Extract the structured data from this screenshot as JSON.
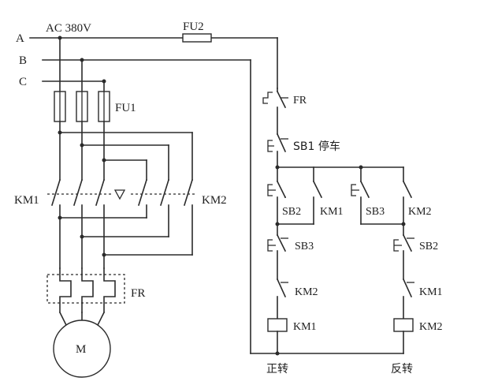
{
  "labels": {
    "phase_a": "A",
    "phase_b": "B",
    "phase_c": "C",
    "supply": "AC 380V",
    "fuse_main": "FU1",
    "fuse_ctrl": "FU2",
    "contactor_forward_main": "KM1",
    "contactor_reverse_main": "KM2",
    "overload_main": "FR",
    "motor": "M",
    "overload_contact": "FR",
    "stop_button": "SB1 停车",
    "forward_start": "SB2",
    "forward_hold": "KM1",
    "reverse_start": "SB3",
    "reverse_hold": "KM2",
    "forward_interlock_button": "SB3",
    "reverse_interlock_button": "SB2",
    "forward_interlock_contact": "KM2",
    "reverse_interlock_contact": "KM1",
    "forward_coil": "KM1",
    "reverse_coil": "KM2",
    "forward_caption": "正转",
    "reverse_caption": "反转"
  }
}
